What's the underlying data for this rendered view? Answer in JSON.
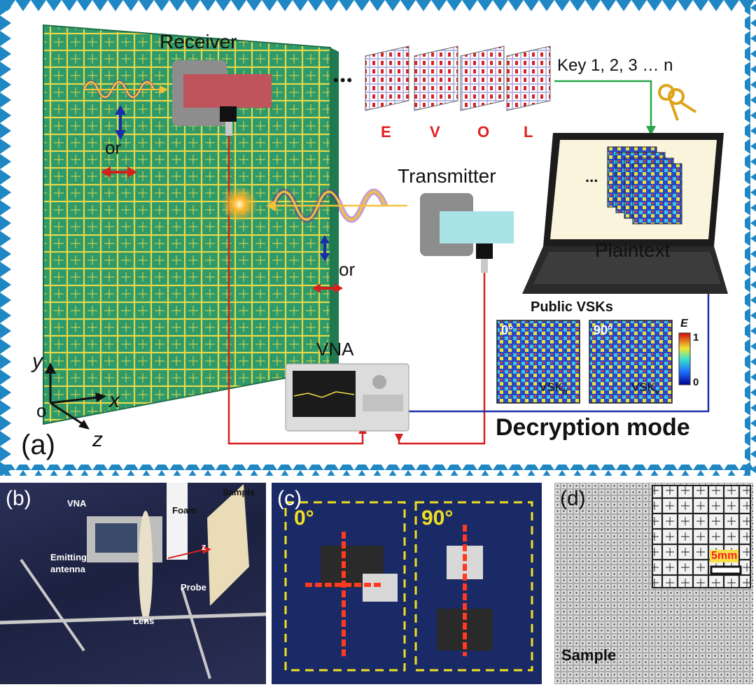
{
  "panel_a": {
    "label": "(a)",
    "receiver_label": "Receiver",
    "transmitter_label": "Transmitter",
    "vna_label": "VNA",
    "or_label_1": "or",
    "or_label_2": "or",
    "ellipsis_top": "•••",
    "letters": [
      "E",
      "V",
      "O",
      "L"
    ],
    "key_label": "Key 1, 2, 3 … n",
    "screen_ellipsis": "...",
    "plaintext_label": "Plaintext",
    "public_vsks_title": "Public VSKs",
    "vsk_angle_0": "0°",
    "vsk_angle_90": "90°",
    "vsk_h": "VSK",
    "vsk_h_sub": "h",
    "vsk_v": "VSK",
    "vsk_v_sub": "v",
    "colorbar_symbol": "E",
    "colorbar_max": "1",
    "colorbar_min": "0",
    "axis_y": "y",
    "axis_x": "x",
    "axis_z": "z",
    "axis_o": "o",
    "mode_title": "Decryption mode",
    "colors": {
      "frame": "#1e87c4",
      "metasurface": "#2e9a6a",
      "grid": "#e6d84a",
      "cable_red": "#d6201e",
      "cable_blue": "#1a2ea8",
      "key_arrow": "#27a548",
      "letters": "#e02020"
    }
  },
  "panel_b": {
    "label": "(b)",
    "vna": "VNA",
    "foam": "Foam",
    "sample": "Sample",
    "emitting_antenna": "Emitting\nantenna",
    "z": "z",
    "probe": "Probe",
    "lens": "Lens"
  },
  "panel_c": {
    "label": "(c)",
    "angle_0": "0°",
    "angle_90": "90°"
  },
  "panel_d": {
    "label": "(d)",
    "scale": "5mm",
    "sample": "Sample"
  }
}
